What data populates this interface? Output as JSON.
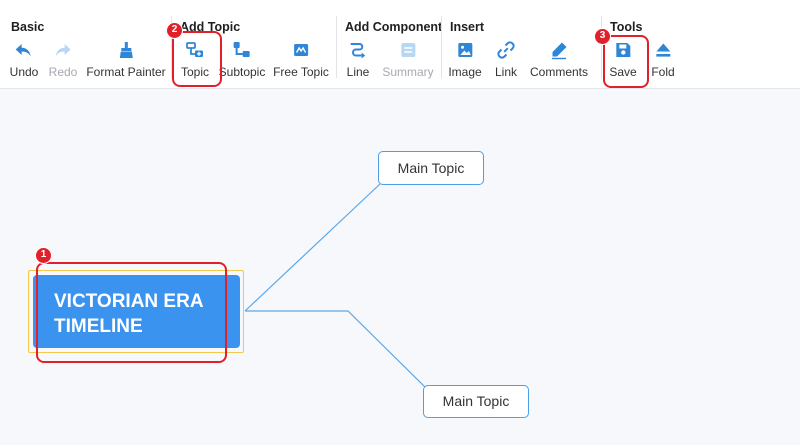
{
  "toolbar": {
    "groups": [
      {
        "title": "Basic",
        "tools": [
          {
            "label": "Undo",
            "icon": "undo-icon"
          },
          {
            "label": "Redo",
            "icon": "redo-icon",
            "disabled": true
          },
          {
            "label": "Format Painter",
            "icon": "format-painter-icon"
          }
        ]
      },
      {
        "title": "Add Topic",
        "tools": [
          {
            "label": "Topic",
            "icon": "topic-icon"
          },
          {
            "label": "Subtopic",
            "icon": "subtopic-icon"
          },
          {
            "label": "Free Topic",
            "icon": "free-topic-icon"
          }
        ]
      },
      {
        "title": "Add Component",
        "tools": [
          {
            "label": "Line",
            "icon": "line-icon"
          },
          {
            "label": "Summary",
            "icon": "summary-icon",
            "disabled": true
          }
        ]
      },
      {
        "title": "Insert",
        "tools": [
          {
            "label": "Image",
            "icon": "image-icon"
          },
          {
            "label": "Link",
            "icon": "link-icon"
          },
          {
            "label": "Comments",
            "icon": "comments-icon"
          }
        ]
      },
      {
        "title": "Tools",
        "tools": [
          {
            "label": "Save",
            "icon": "save-icon"
          },
          {
            "label": "Fold",
            "icon": "fold-icon"
          }
        ]
      }
    ]
  },
  "mindmap": {
    "root": {
      "line1": "VICTORIAN ERA",
      "line2": "TIMELINE"
    },
    "topics": [
      {
        "label": "Main Topic"
      },
      {
        "label": "Main Topic"
      }
    ]
  },
  "annotations": [
    {
      "number": "1"
    },
    {
      "number": "2"
    },
    {
      "number": "3"
    }
  ],
  "colors": {
    "accent": "#3b93f0",
    "icon": "#2f86d6",
    "disabled_icon": "#b9d6f3",
    "highlight": "#e0202a",
    "selection": "#f2c94c",
    "connector": "#5aa7ea"
  }
}
